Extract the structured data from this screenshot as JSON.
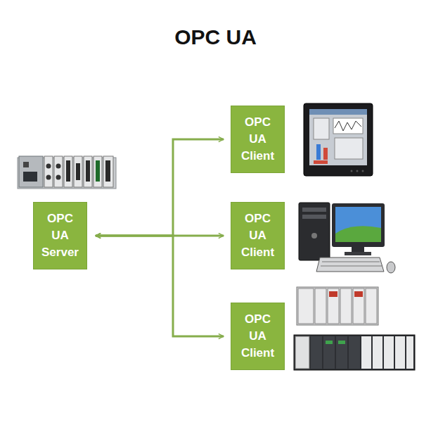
{
  "diagram": {
    "title": "OPC UA",
    "nodes": [
      {
        "text": [
          "OPC UA Server"
        ]
      },
      {
        "text": [
          "OPC UA Client"
        ]
      },
      {
        "text": [
          "OPC UA Client"
        ]
      },
      {
        "text": [
          "OPC UA Client"
        ]
      }
    ],
    "edges": [
      {
        "from": 0,
        "to": 1,
        "arrow": "both"
      },
      {
        "from": 0,
        "to": 2,
        "arrow": "both"
      },
      {
        "from": 0,
        "to": 3,
        "arrow": "both"
      }
    ]
  }
}
